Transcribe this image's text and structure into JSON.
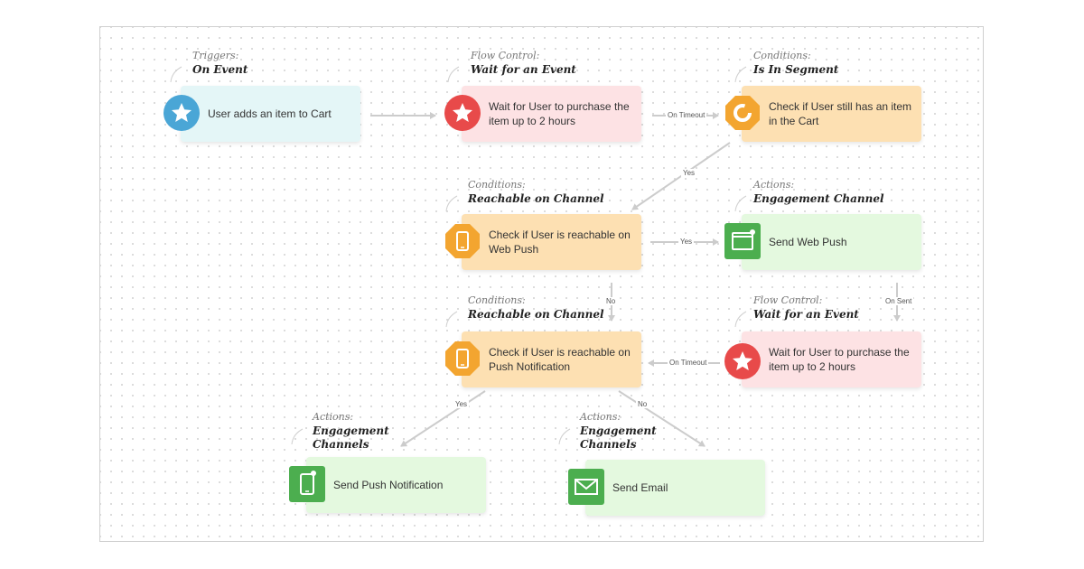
{
  "nodes": {
    "trigger": {
      "category": "Triggers:",
      "type": "On Event",
      "text": "User adds an item to Cart"
    },
    "wait1": {
      "category": "Flow Control:",
      "type": "Wait for an Event",
      "text": "Wait for User to purchase the item up to 2 hours"
    },
    "segment": {
      "category": "Conditions:",
      "type": "Is In Segment",
      "text": "Check if User still has an item in the Cart"
    },
    "reach_web": {
      "category": "Conditions:",
      "type": "Reachable on Channel",
      "text": "Check if User is reachable on Web Push"
    },
    "web_push": {
      "category": "Actions:",
      "type": "Engagement Channel",
      "text": "Send Web Push"
    },
    "reach_push": {
      "category": "Conditions:",
      "type": "Reachable on Channel",
      "text": "Check if User is reachable on Push Notification"
    },
    "wait2": {
      "category": "Flow Control:",
      "type": "Wait for an Event",
      "text": "Wait for User to purchase the item up to 2 hours"
    },
    "push_notif": {
      "category": "Actions:",
      "type": "Engagement Channels",
      "text": "Send Push Notification"
    },
    "email": {
      "category": "Actions:",
      "type": "Engagement Channels",
      "text": "Send Email"
    }
  },
  "edges": {
    "on_timeout_1": "On Timeout",
    "yes_1": "Yes",
    "yes_2": "Yes",
    "no_1": "No",
    "on_sent": "On Sent",
    "on_timeout_2": "On Timeout",
    "yes_3": "Yes",
    "no_2": "No"
  },
  "icons": {
    "trigger": "star-icon",
    "wait": "star-icon",
    "segment": "segment-ring-icon",
    "reachable": "mobile-phone-icon",
    "web_push": "browser-window-icon",
    "push_notif": "mobile-phone-icon",
    "email": "envelope-icon"
  },
  "colors": {
    "trigger_icon": "#4aa6d6",
    "flow_icon": "#e84a4a",
    "condition_icon": "#f3a530",
    "action_icon": "#4cae4f",
    "trigger_card": "#e4f6f7",
    "flow_card": "#fde2e4",
    "condition_card": "#fde0b2",
    "action_card": "#e4f9df",
    "connector": "#cccccc"
  }
}
